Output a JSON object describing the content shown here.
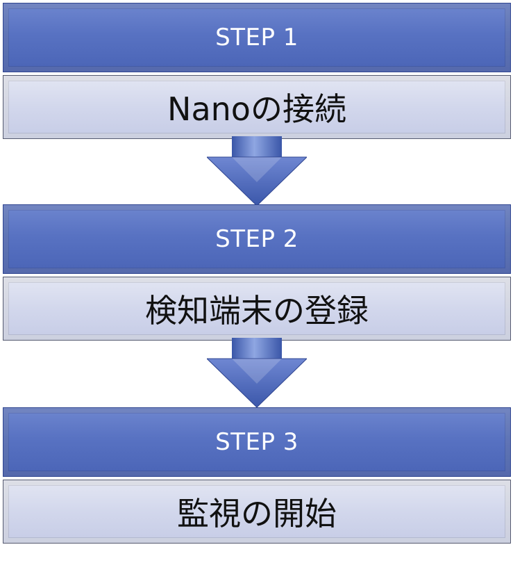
{
  "steps": [
    {
      "header": "STEP 1",
      "label": "Nanoの接続"
    },
    {
      "header": "STEP 2",
      "label": "検知端末の登録"
    },
    {
      "header": "STEP 3",
      "label": "監視の開始"
    }
  ],
  "colors": {
    "header_blue": "#5872c2",
    "body_lavender": "#d2d7ec",
    "arrow_blue": "#4a68bf"
  },
  "icons": [
    "down-arrow-icon",
    "down-arrow-icon"
  ]
}
